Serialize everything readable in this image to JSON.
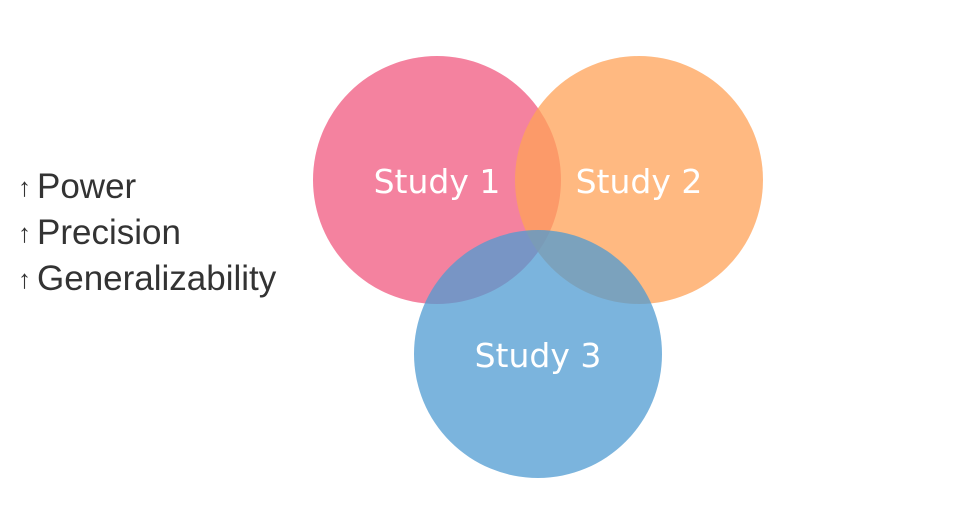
{
  "benefits": {
    "arrow": "↑",
    "items": [
      "Power",
      "Precision",
      "Generalizability"
    ]
  },
  "venn": {
    "circles": [
      {
        "label": "Study 1",
        "color": "#f0587f"
      },
      {
        "label": "Study 2",
        "color": "#ffa257"
      },
      {
        "label": "Study 3",
        "color": "#4f9bd1"
      }
    ]
  }
}
